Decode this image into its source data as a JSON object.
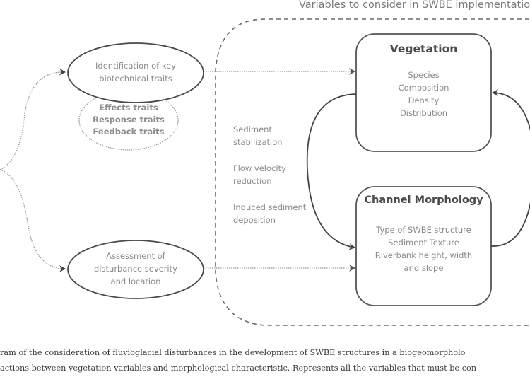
{
  "container": {
    "title": "Variables to consider in SWBE implementation"
  },
  "left_nodes": {
    "identification": {
      "lines": [
        "Identification of key",
        "biotechnical traits"
      ]
    },
    "traits": {
      "lines": [
        "Effects traits",
        "Response traits",
        "Feedback traits"
      ]
    },
    "assessment": {
      "lines": [
        "Assessment of",
        "disturbance severity",
        "and location"
      ]
    }
  },
  "processes": [
    {
      "lines": [
        "Sediment",
        "stabilization"
      ]
    },
    {
      "lines": [
        "Flow velocity",
        "reduction"
      ]
    },
    {
      "lines": [
        "Induced sediment",
        "deposition"
      ]
    }
  ],
  "boxes": {
    "vegetation": {
      "title": "Vegetation",
      "items": [
        "Species",
        "Composition",
        "Density",
        "Distribution"
      ]
    },
    "channel": {
      "title": "Channel Morphology",
      "items": [
        "Type of SWBE structure",
        "Sediment Texture",
        "Riverbank height, width",
        "and slope"
      ]
    }
  },
  "caption": {
    "line1": "ram of the consideration of fluvioglacial disturbances in the development of SWBE structures in a biogeomorpholo",
    "line2": "actions between vegetation variables and morphological characteristic. Represents all the variables that must be con"
  }
}
